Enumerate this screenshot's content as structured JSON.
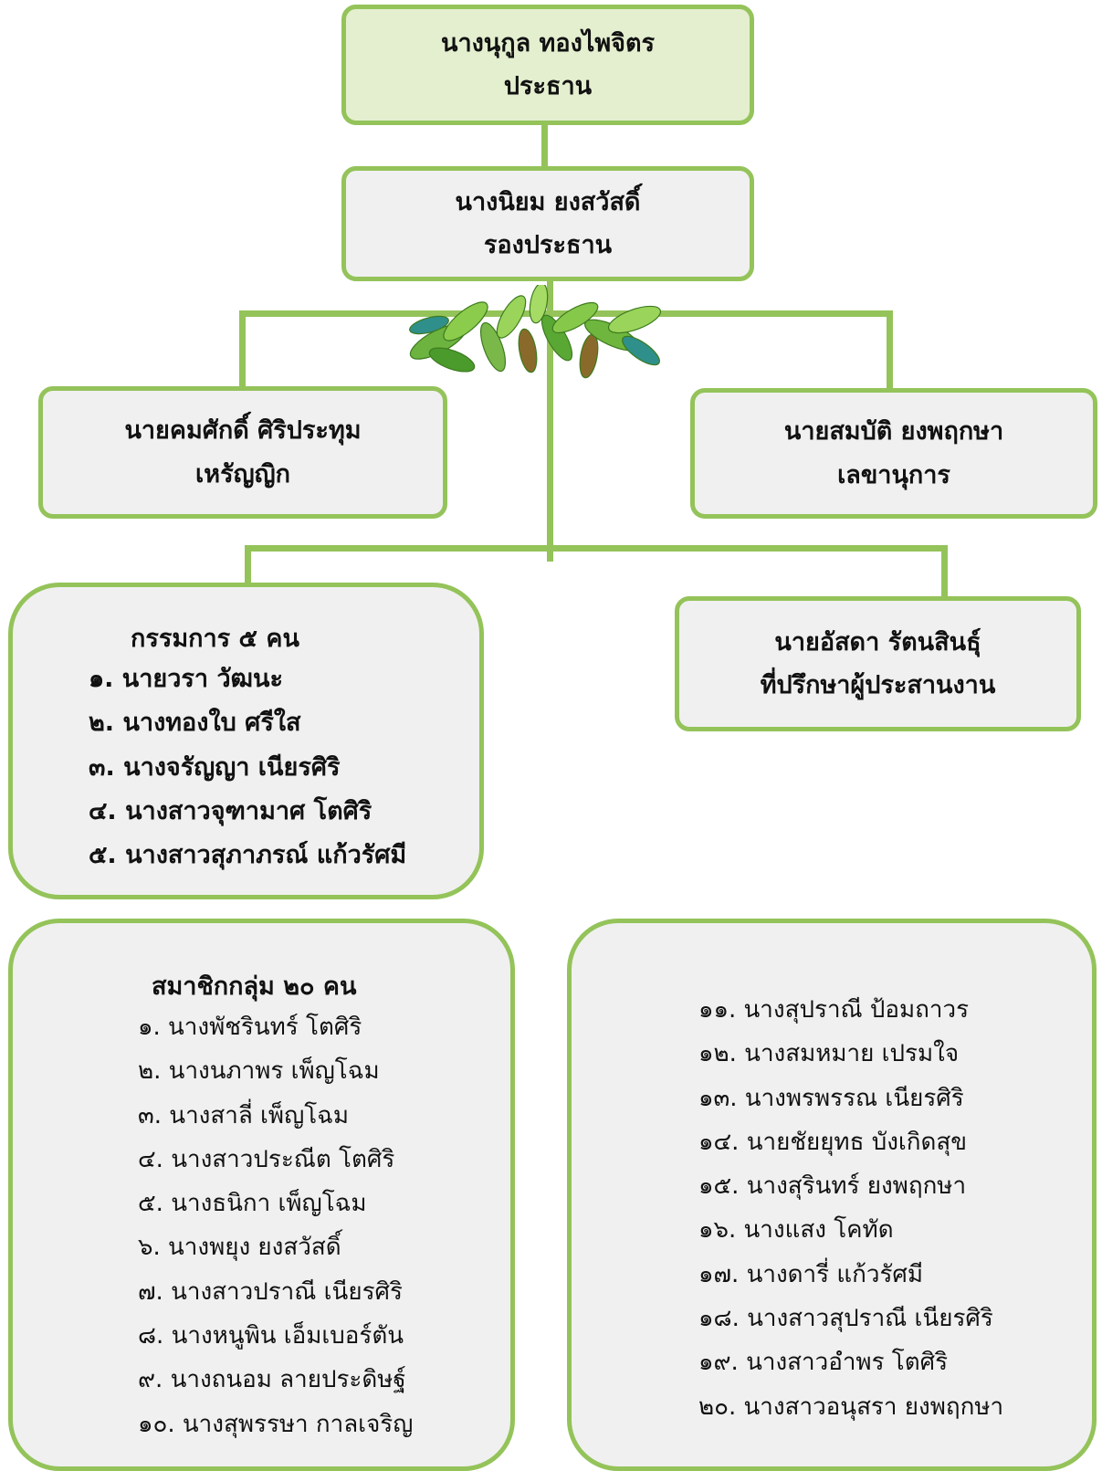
{
  "president": {
    "name": "นางนุกูล  ทองไพจิตร",
    "role": "ประธาน"
  },
  "vice_president": {
    "name": "นางนิยม  ยงสวัสดิ์",
    "role": "รองประธาน"
  },
  "treasurer": {
    "name": "นายคมศักดิ์  ศิริประทุม",
    "role": "เหรัญญิก"
  },
  "secretary": {
    "name": "นายสมบัติ  ยงพฤกษา",
    "role": "เลขานุการ"
  },
  "advisor": {
    "name": "นายอัสดา   รัตนสินธุ์",
    "role": "ที่ปรึกษาผู้ประสานงาน"
  },
  "committee": {
    "title": "กรรมการ ๕ คน",
    "members": [
      "๑.  นายวรา     วัฒนะ",
      "๒.  นางทองใบ     ศรีใส",
      "๓.  นางจรัญญา   เนียรศิริ",
      "๔.  นางสาวจุฑามาศ   โตศิริ",
      "๕.  นางสาวสุภาภรณ์   แก้วรัศมี"
    ]
  },
  "members_left": {
    "title": "สมาชิกกลุ่ม  ๒๐  คน",
    "members": [
      "๑. นางพัชรินทร์ โตศิริ",
      "๒. นางนภาพร เพ็ญโฉม",
      "๓. นางสาลี่ เพ็ญโฉม",
      "๔. นางสาวประณีต โตศิริ",
      "๕. นางธนิกา เพ็ญโฉม",
      "๖. นางพยุง ยงสวัสดิ์",
      "๗. นางสาวปราณี เนียรศิริ",
      "๘. นางหนูพิน เอ็มเบอร์ตัน",
      "๙. นางถนอม ลายประดิษฐ์",
      "๑๐. นางสุพรรษา กาลเจริญ"
    ]
  },
  "members_right": {
    "members": [
      "๑๑. นางสุปราณี ป้อมถาวร",
      "๑๒. นางสมหมาย เปรมใจ",
      "๑๓. นางพรพรรณ  เนียรศิริ",
      "๑๔. นายชัยยุทธ  บังเกิดสุข",
      "๑๕. นางสุรินทร์   ยงพฤกษา",
      "๑๖. นางแสง  โคทัด",
      "๑๗. นางดารี่   แก้วรัศมี",
      "๑๘. นางสาวสุปราณี  เนียรศิริ",
      "๑๙. นางสาวอำพร  โตศิริ",
      "๒๐. นางสาวอนุสรา  ยงพฤกษา"
    ]
  },
  "colors": {
    "border": "#94c35a",
    "top_fill": "#e3efcf",
    "box_fill": "#f0f0f0"
  }
}
